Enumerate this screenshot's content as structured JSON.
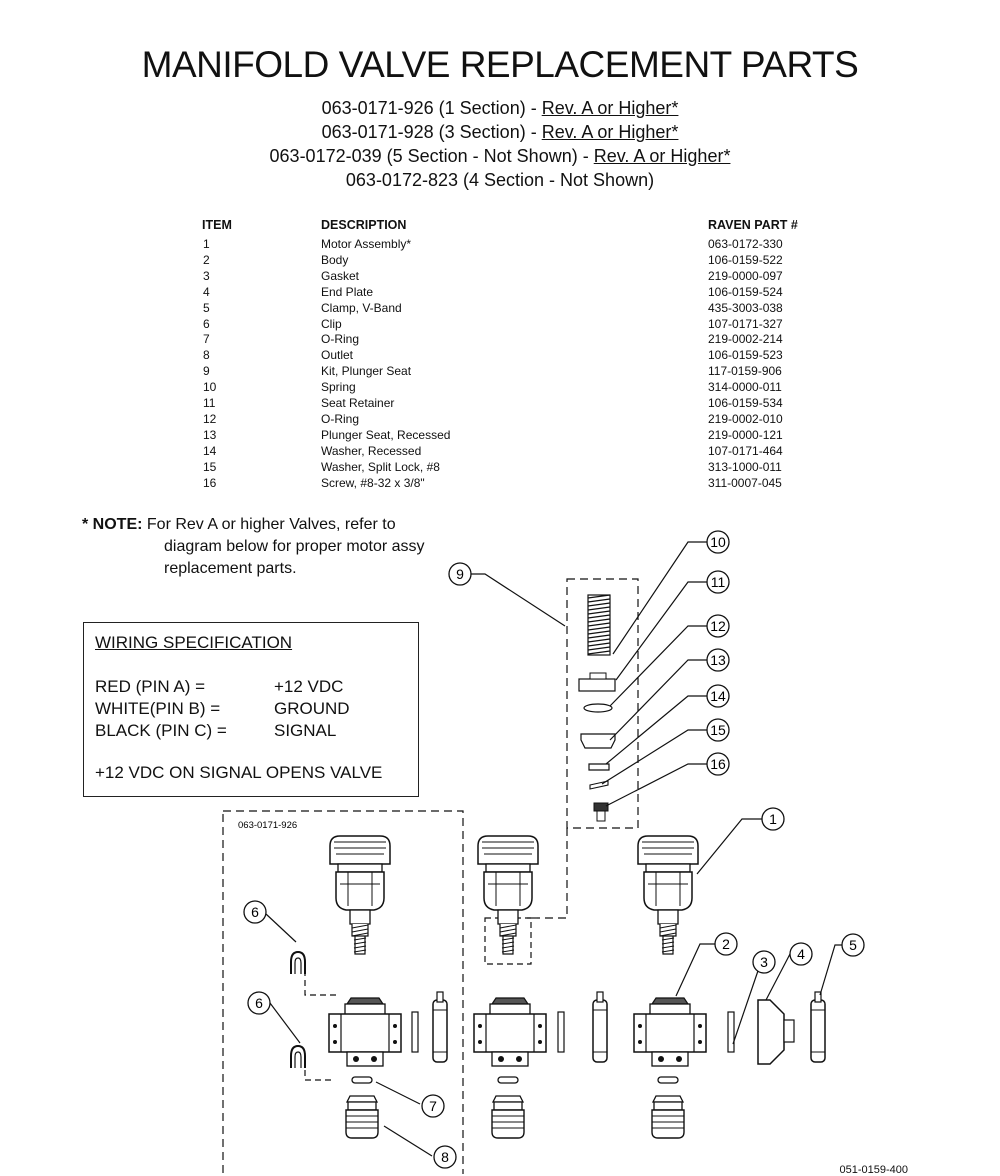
{
  "title": "MANIFOLD VALVE REPLACEMENT PARTS",
  "subtitles": [
    {
      "text": "063-0171-926 (1 Section) - ",
      "link": "Rev. A or Higher*"
    },
    {
      "text": "063-0171-928 (3 Section) - ",
      "link": "Rev. A or Higher*"
    },
    {
      "text": "063-0172-039 (5 Section - Not Shown) - ",
      "link": "Rev. A or Higher*"
    },
    {
      "text": "063-0172-823 (4 Section - Not Shown)",
      "link": ""
    }
  ],
  "table": {
    "headers": {
      "item": "ITEM",
      "description": "DESCRIPTION",
      "part": "RAVEN PART #"
    },
    "rows": [
      {
        "item": "1",
        "description": "Motor Assembly*",
        "part": "063-0172-330"
      },
      {
        "item": "2",
        "description": "Body",
        "part": "106-0159-522"
      },
      {
        "item": "3",
        "description": "Gasket",
        "part": "219-0000-097"
      },
      {
        "item": "4",
        "description": "End Plate",
        "part": "106-0159-524"
      },
      {
        "item": "5",
        "description": "Clamp, V-Band",
        "part": "435-3003-038"
      },
      {
        "item": "6",
        "description": "Clip",
        "part": "107-0171-327"
      },
      {
        "item": "7",
        "description": "O-Ring",
        "part": "219-0002-214"
      },
      {
        "item": "8",
        "description": "Outlet",
        "part": "106-0159-523"
      },
      {
        "item": "9",
        "description": "Kit, Plunger Seat",
        "part": "117-0159-906"
      },
      {
        "item": "10",
        "description": "Spring",
        "part": "314-0000-011"
      },
      {
        "item": "11",
        "description": "Seat Retainer",
        "part": "106-0159-534"
      },
      {
        "item": "12",
        "description": "O-Ring",
        "part": "219-0002-010"
      },
      {
        "item": "13",
        "description": "Plunger Seat, Recessed",
        "part": "219-0000-121"
      },
      {
        "item": "14",
        "description": "Washer,  Recessed",
        "part": "107-0171-464"
      },
      {
        "item": "15",
        "description": "Washer, Split Lock, #8",
        "part": "313-1000-011"
      },
      {
        "item": "16",
        "description": "Screw,  #8-32  x  3/8\"",
        "part": "311-0007-045"
      }
    ]
  },
  "note": {
    "label": "* NOTE:",
    "line1": "For Rev A or higher Valves, refer to",
    "line2": "diagram below for proper motor assy",
    "line3": "replacement parts."
  },
  "wiring": {
    "title": "WIRING SPECIFICATION",
    "rows": [
      {
        "pin": "RED (PIN A) =",
        "value": "+12 VDC"
      },
      {
        "pin": "WHITE(PIN B) =",
        "value": "GROUND"
      },
      {
        "pin": "BLACK (PIN C) =",
        "value": "SIGNAL"
      }
    ],
    "footer": "+12 VDC ON SIGNAL OPENS VALVE"
  },
  "diagram": {
    "group_label": "063-0171-926",
    "callouts": [
      "1",
      "2",
      "3",
      "4",
      "5",
      "6",
      "6",
      "7",
      "8",
      "9",
      "10",
      "11",
      "12",
      "13",
      "14",
      "15",
      "16"
    ],
    "drawing_number": "051-0159-400"
  }
}
